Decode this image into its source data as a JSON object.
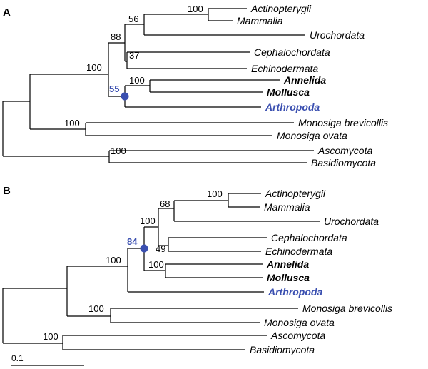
{
  "panels": [
    {
      "label": "A",
      "taxa": [
        {
          "name": "Actinopterygii",
          "bold": false,
          "blue": false
        },
        {
          "name": "Mammalia",
          "bold": false,
          "blue": false
        },
        {
          "name": "Urochordata",
          "bold": false,
          "blue": false
        },
        {
          "name": "Cephalochordata",
          "bold": false,
          "blue": false
        },
        {
          "name": "Echinodermata",
          "bold": false,
          "blue": false
        },
        {
          "name": "Annelida",
          "bold": true,
          "blue": false
        },
        {
          "name": "Mollusca",
          "bold": true,
          "blue": false
        },
        {
          "name": "Arthropoda",
          "bold": true,
          "blue": true
        },
        {
          "name": "Monosiga brevicollis",
          "bold": false,
          "blue": false
        },
        {
          "name": "Monosiga ovata",
          "bold": false,
          "blue": false
        },
        {
          "name": "Ascomycota",
          "bold": false,
          "blue": false
        },
        {
          "name": "Basidiomycota",
          "bold": false,
          "blue": false
        }
      ],
      "supports": [
        "100",
        "56",
        "88",
        "37",
        "100",
        "100",
        "55",
        "100",
        "100"
      ],
      "highlighted_support": "55",
      "highlight_color": "#3a4fb0"
    },
    {
      "label": "B",
      "taxa": [
        {
          "name": "Actinopterygii",
          "bold": false,
          "blue": false
        },
        {
          "name": "Mammalia",
          "bold": false,
          "blue": false
        },
        {
          "name": "Urochordata",
          "bold": false,
          "blue": false
        },
        {
          "name": "Cephalochordata",
          "bold": false,
          "blue": false
        },
        {
          "name": "Echinodermata",
          "bold": false,
          "blue": false
        },
        {
          "name": "Annelida",
          "bold": true,
          "blue": false
        },
        {
          "name": "Mollusca",
          "bold": true,
          "blue": false
        },
        {
          "name": "Arthropoda",
          "bold": true,
          "blue": true
        },
        {
          "name": "Monosiga brevicollis",
          "bold": false,
          "blue": false
        },
        {
          "name": "Monosiga ovata",
          "bold": false,
          "blue": false
        },
        {
          "name": "Ascomycota",
          "bold": false,
          "blue": false
        },
        {
          "name": "Basidiomycota",
          "bold": false,
          "blue": false
        }
      ],
      "supports": [
        "100",
        "68",
        "100",
        "49",
        "84",
        "100",
        "100",
        "100",
        "100"
      ],
      "highlighted_support": "84",
      "highlight_color": "#3a4fb0"
    }
  ],
  "scale_bar": {
    "label": "0.1"
  }
}
